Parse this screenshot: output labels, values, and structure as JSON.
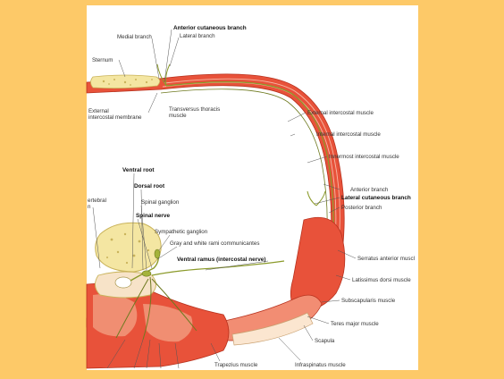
{
  "colors": {
    "frame": "#FDC968",
    "panel": "#FFFFFF",
    "muscle": "#E8523A",
    "muscle_light": "#F3A08A",
    "fascia": "#F7E3C8",
    "bone": "#F4E6A2",
    "bone_dark": "#C9B35A",
    "nerve": "#8B9A2A"
  },
  "labels": {
    "anterior_cutaneous_branch": "Anterior cutaneous branch",
    "medial_branch": "Medial branch",
    "lateral_branch": "Lateral branch",
    "sternum": "Sternum",
    "external_intercostal_membrane_1": "External",
    "external_intercostal_membrane_2": "intercostal membrane",
    "transversus_thoracis_1": "Transversus thoracis",
    "transversus_thoracis_2": "muscle",
    "external_intercostal_muscle": "External intercostal muscle",
    "internal_intercostal_muscle": "Internal intercostal muscle",
    "innermost_intercostal_muscle": "Innermost intercostal muscle",
    "anterior_branch": "Anterior branch",
    "lateral_cutaneous_branch": "Lateral cutaneous branch",
    "posterior_branch": "Posterior branch",
    "serratus_anterior_muscle": "Serratus anterior muscl",
    "latissimus_dorsi_muscle": "Latissimus dorsi muscle",
    "subscapularis_muscle": "Subscapularis muscle",
    "teres_major_muscle": "Teres major muscle",
    "scapula": "Scapula",
    "infraspinatus_muscle": "Infraspinatus muscle",
    "trapezius_muscle": "Trapezius muscle",
    "ventral_root": "Ventral root",
    "dorsal_root": "Dorsal root",
    "spinal_ganglion": "Spinal ganglion",
    "spinal_nerve": "Spinal nerve",
    "sympathetic_ganglion": "Sympathetic ganglion",
    "rami_communicantes": "Gray and white rami communicantes",
    "ventral_ramus": "Ventral ramus (intercostal nerve)",
    "vertebral_1": "ertebral",
    "vertebral_2": "n"
  }
}
